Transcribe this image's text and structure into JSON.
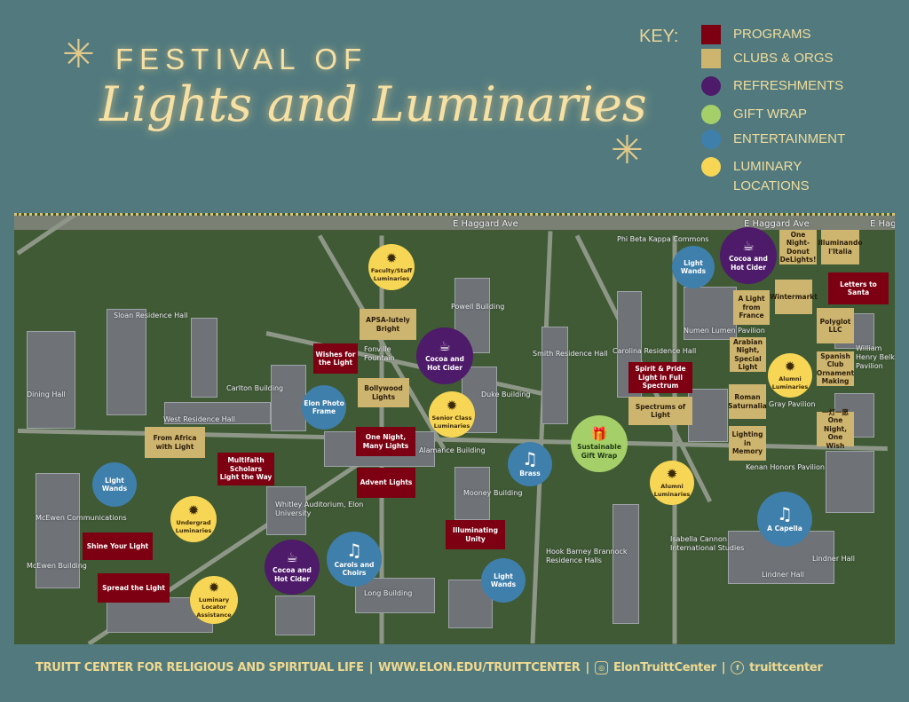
{
  "header": {
    "title_line1": "FESTIVAL OF",
    "title_line2": "Lights and Luminaries"
  },
  "key": {
    "label": "KEY:",
    "items": [
      {
        "label": "PROGRAMS",
        "color": "#7c0012",
        "shape": "square"
      },
      {
        "label": "CLUBS & ORGS",
        "color": "#cdb46f",
        "shape": "square"
      },
      {
        "label": "REFRESHMENTS",
        "color": "#4e1a6a",
        "shape": "circle"
      },
      {
        "label": "GIFT WRAP",
        "color": "#a5cf68",
        "shape": "circle"
      },
      {
        "label": "ENTERTAINMENT",
        "color": "#3f7fab",
        "shape": "circle"
      },
      {
        "label": "LUMINARY LOCATIONS",
        "color": "#f7d555",
        "shape": "circle"
      }
    ]
  },
  "map": {
    "places": [
      "E Haggard Ave",
      "E Haggard Ave",
      "E Hag",
      "Sloan Residence Hall",
      "West Residence Hall",
      "McEwen Communications",
      "McEwen Building",
      "Carlton Building",
      "Powell Building",
      "Duke Building",
      "Smith Residence Hall",
      "Carolina Residence Hall",
      "Mooney Building",
      "Whitley Auditorium, Elon University",
      "Hook Barney Brannock Residence Halls",
      "Isabella Cannon International Studies",
      "Kenan Honors Pavilion",
      "Lindner Hall",
      "Lindner Hall",
      "Long Building",
      "Phi Beta Kappa Commons",
      "Numen Lumen Pavilion",
      "Gray Pavilion",
      "William Henry Belk Pavilion",
      "Fonville Fountain",
      "Alamance Building",
      "Dining Hall"
    ],
    "markers": [
      {
        "type": "prog",
        "label": "Wishes for the Light"
      },
      {
        "type": "prog",
        "label": "One Night, Many Lights"
      },
      {
        "type": "prog",
        "label": "Advent Lights"
      },
      {
        "type": "prog",
        "label": "Multifaith Scholars Light the Way"
      },
      {
        "type": "prog",
        "label": "Shine Your Light"
      },
      {
        "type": "prog",
        "label": "Spread the Light"
      },
      {
        "type": "prog",
        "label": "Illuminating Unity"
      },
      {
        "type": "prog",
        "label": "Spirit & Pride Light in Full Spectrum"
      },
      {
        "type": "prog",
        "label": "Letters to Santa"
      },
      {
        "type": "club",
        "label": "APSA-lutely Bright"
      },
      {
        "type": "club",
        "label": "Bollywood Lights"
      },
      {
        "type": "club",
        "label": "From Africa with Light"
      },
      {
        "type": "club",
        "label": "Spectrums of Light"
      },
      {
        "type": "club",
        "label": "One Night-Donut DeLights!"
      },
      {
        "type": "club",
        "label": "Illuminando l'Italia"
      },
      {
        "type": "club",
        "label": "Wintermarkt"
      },
      {
        "type": "club",
        "label": "A Light from France"
      },
      {
        "type": "club",
        "label": "Polyglot LLC"
      },
      {
        "type": "club",
        "label": "Arabian Night, Special Light"
      },
      {
        "type": "club",
        "label": "Spanish Club Ornament Making"
      },
      {
        "type": "club",
        "label": "Roman Saturnalia"
      },
      {
        "type": "club",
        "label": "一灯一愿 One Night, One Wish"
      },
      {
        "type": "club",
        "label": "Lighting in Memory"
      },
      {
        "type": "ref",
        "label": "Cocoa and Hot Cider",
        "icon": "coffee-cup-icon"
      },
      {
        "type": "ref",
        "label": "Cocoa and Hot Cider",
        "icon": "coffee-cup-icon"
      },
      {
        "type": "ref",
        "label": "Cocoa and Hot Cider",
        "icon": "coffee-cup-icon"
      },
      {
        "type": "gift",
        "label": "Sustainable Gift Wrap",
        "icon": "gift-icon"
      },
      {
        "type": "ent",
        "label": "Light Wands"
      },
      {
        "type": "ent",
        "label": "Elon Photo Frame"
      },
      {
        "type": "ent",
        "label": "Light Wands"
      },
      {
        "type": "ent",
        "label": "Brass",
        "icon": "music-note-icon"
      },
      {
        "type": "ent",
        "label": "A Capella",
        "icon": "music-note-icon"
      },
      {
        "type": "ent",
        "label": "Carols and Choirs",
        "icon": "music-note-icon"
      },
      {
        "type": "ent",
        "label": "Light Wands"
      },
      {
        "type": "lum",
        "label": "Faculty/Staff Luminaries",
        "icon": "star-burst-icon"
      },
      {
        "type": "lum",
        "label": "Senior Class Luminaries",
        "icon": "star-burst-icon"
      },
      {
        "type": "lum",
        "label": "Alumni Luminaries",
        "icon": "star-burst-icon"
      },
      {
        "type": "lum",
        "label": "Alumni Luminaries",
        "icon": "star-burst-icon"
      },
      {
        "type": "lum",
        "label": "Undergrad Luminaries",
        "icon": "star-burst-icon"
      },
      {
        "type": "lum",
        "label": "Luminary Locator Assistance",
        "icon": "star-burst-icon"
      }
    ]
  },
  "footer": {
    "org": "TRUITT CENTER FOR RELIGIOUS AND SPIRITUAL LIFE",
    "sep": "|",
    "url": "WWW.ELON.EDU/TRUITTCENTER",
    "instagram": "ElonTruittCenter",
    "facebook": "truittcenter"
  }
}
